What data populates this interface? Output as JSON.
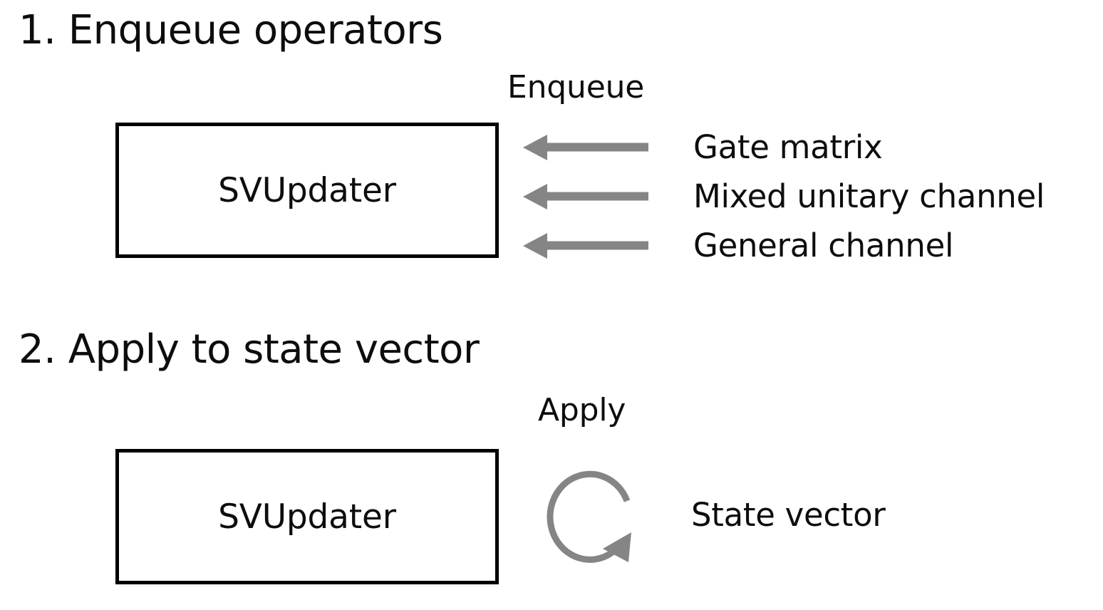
{
  "diagram": {
    "background_color": "#ffffff",
    "text_color": "#0d0d0d",
    "box_border_color": "#000000",
    "arrow_color": "#858585",
    "sections": [
      {
        "id": "enqueue",
        "title": "1. Enqueue operators",
        "box_label": "SVUpdater",
        "action_caption": "Enqueue",
        "arrow_direction": "left",
        "operands": [
          "Gate matrix",
          "Mixed unitary channel",
          "General channel"
        ]
      },
      {
        "id": "apply",
        "title": "2. Apply to state vector",
        "box_label": "SVUpdater",
        "action_caption": "Apply",
        "arrow_direction": "circular",
        "operands": [
          "State vector"
        ]
      }
    ]
  }
}
